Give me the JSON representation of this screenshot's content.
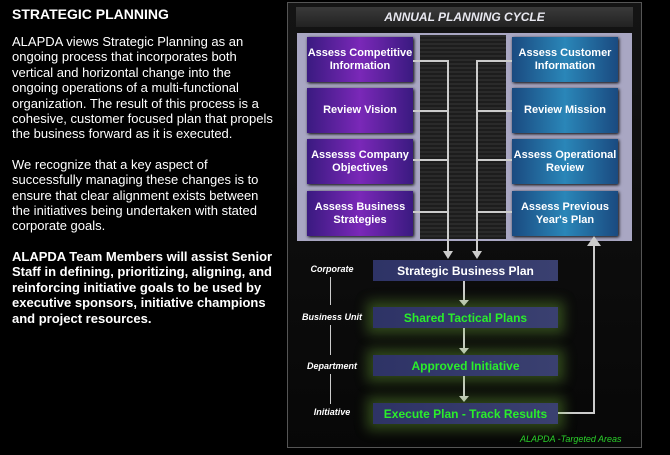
{
  "left": {
    "title": "STRATEGIC PLANNING",
    "p1": "ALAPDA views Strategic Planning as an ongoing process that incorporates both vertical and horizontal change into the ongoing operations of a multi-functional organization. The result of this process is a cohesive, customer focused plan that propels the business forward as it is executed.",
    "p2": "We recognize that a key aspect of successfully managing these changes is to ensure that clear alignment exists between the initiatives being undertaken with stated corporate goals.",
    "p3": "ALAPDA Team Members will assist Senior Staff in defining, prioritizing, aligning, and reinforcing initiative goals to be used by executive sponsors, initiative champions and project resources."
  },
  "diagram": {
    "title": "ANNUAL PLANNING CYCLE",
    "left_boxes": [
      "Assess Competitive Information",
      "Review Vision",
      "Assesss Company Objectives",
      "Assess Business Strategies"
    ],
    "right_boxes": [
      "Assess Customer Information",
      "Review Mission",
      "Assess Operational Review",
      "Assess Previous Year's Plan"
    ],
    "stages": [
      "Strategic Business Plan",
      "Shared Tactical Plans",
      "Approved Initiative",
      "Execute Plan - Track Results"
    ],
    "levels": [
      "Corporate",
      "Business Unit",
      "Department",
      "Initiative"
    ],
    "footer": "ALAPDA -Targeted Areas"
  }
}
